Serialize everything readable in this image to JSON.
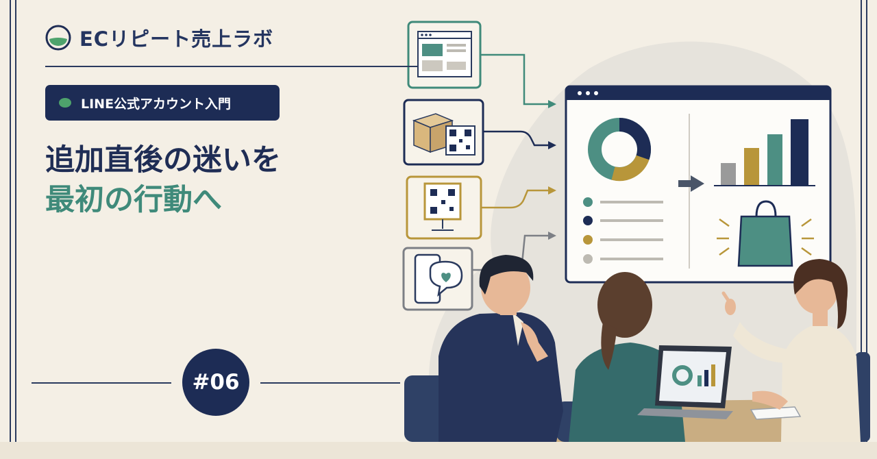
{
  "brand": {
    "name": "ECリピート売上ラボ",
    "logo_icon": "bowl-logo-icon"
  },
  "tag": {
    "label": "LINE公式アカウント入門"
  },
  "headline": {
    "line1": "追加直後の迷いを",
    "line2": "最初の行動へ"
  },
  "episode": {
    "number": "#06"
  },
  "colors": {
    "navy": "#1d2c55",
    "teal": "#3f8a7a",
    "gold": "#b8963a",
    "green": "#4ea36c",
    "cream": "#f4efe5"
  },
  "illustration": {
    "entry_icons": [
      "browser-window-icon",
      "box-with-qr-icon",
      "qr-stand-icon",
      "phone-chat-heart-icon"
    ],
    "dashboard_icons": [
      "donut-chart-icon",
      "bar-chart-icon",
      "arrow-right-icon",
      "shopping-bag-icon"
    ],
    "people": [
      "man-thinking",
      "woman-with-laptop",
      "presenter-woman-pointing"
    ]
  }
}
